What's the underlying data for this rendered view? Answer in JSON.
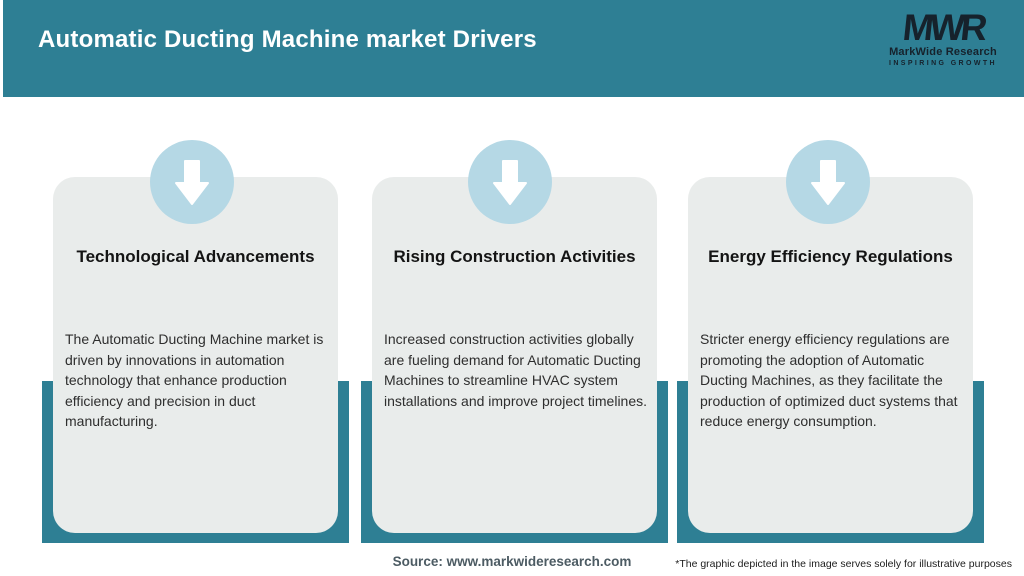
{
  "header": {
    "title": "Automatic Ducting Machine market Drivers",
    "logo": {
      "monogram": "MWR",
      "name": "MarkWide Research",
      "tagline": "INSPIRING GROWTH"
    }
  },
  "cards": [
    {
      "icon": "arrow-down-icon",
      "title": "Technological Advancements",
      "description": "The Automatic Ducting Machine market is driven by innovations in automation technology that enhance production efficiency and precision in duct manufacturing."
    },
    {
      "icon": "arrow-down-icon",
      "title": "Rising Construction Activities",
      "description": "Increased construction activities globally are fueling demand for Automatic Ducting Machines to streamline HVAC system installations and improve project timelines."
    },
    {
      "icon": "arrow-down-icon",
      "title": "Energy Efficiency Regulations",
      "description": "Stricter energy efficiency regulations are promoting the adoption of Automatic Ducting Machines, as they facilitate the production of optimized duct systems that reduce energy consumption."
    }
  ],
  "footer": {
    "source": "Source: www.markwideresearch.com",
    "disclaimer": "*The graphic depicted in the image serves solely for illustrative purposes"
  },
  "colors": {
    "accent_teal": "#2e7f94",
    "circle_blue": "#b5d8e5",
    "card_gray": "#e9eceb",
    "title_white": "#ffffff",
    "logo_navy": "#16222c"
  }
}
